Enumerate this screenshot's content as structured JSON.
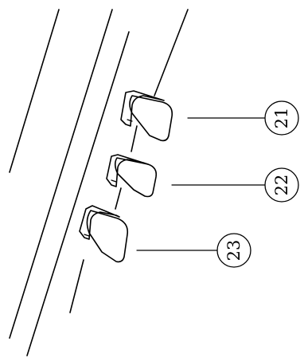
{
  "labels": [
    {
      "id": "pedal-1",
      "text": "21"
    },
    {
      "id": "pedal-2",
      "text": "22"
    },
    {
      "id": "pedal-3",
      "text": "23"
    }
  ],
  "colors": {
    "line": "#000000",
    "background": "#ffffff"
  }
}
